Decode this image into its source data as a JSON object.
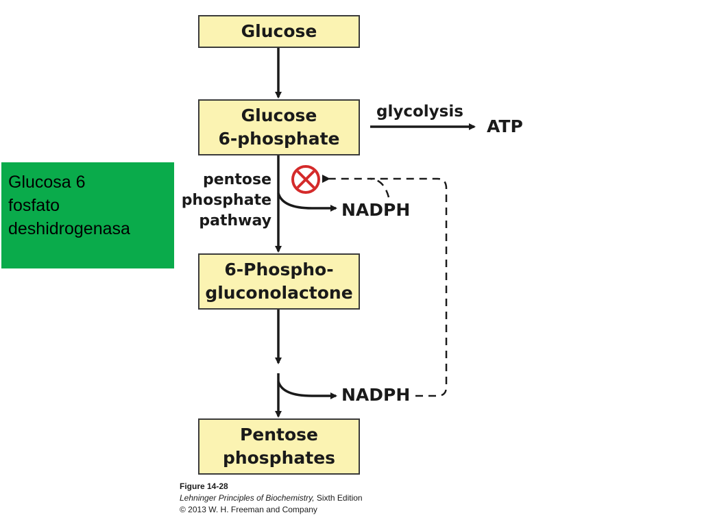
{
  "label_panel": {
    "lines": [
      "Glucosa 6",
      "fosfato",
      "deshidrogenasa"
    ],
    "color": "#0aab4b"
  },
  "nodes": {
    "glucose": "Glucose",
    "glucose_6_phosphate": [
      "Glucose",
      "6-phosphate"
    ],
    "phosphogluconolactone": [
      "6-Phospho-",
      "gluconolactone"
    ],
    "pentose_phosphates": [
      "Pentose",
      "phosphates"
    ]
  },
  "edge_labels": {
    "glycolysis": "glycolysis",
    "atp": "ATP",
    "pathway": [
      "pentose",
      "phosphate",
      "pathway"
    ],
    "nadph_1": "NADPH",
    "nadph_2": "NADPH"
  },
  "inhibition_symbol": {
    "icon": "inhibition-icon",
    "color": "#d42a2a"
  },
  "caption": {
    "figure": "Figure 14-28",
    "book_title": "Lehninger Principles of Biochemistry,",
    "edition": " Sixth Edition",
    "copyright": "© 2013 W. H. Freeman and Company"
  },
  "colors": {
    "box_fill": "#fbf3b2",
    "box_border": "#3a3a3a",
    "arrow": "#1a1a1a"
  }
}
